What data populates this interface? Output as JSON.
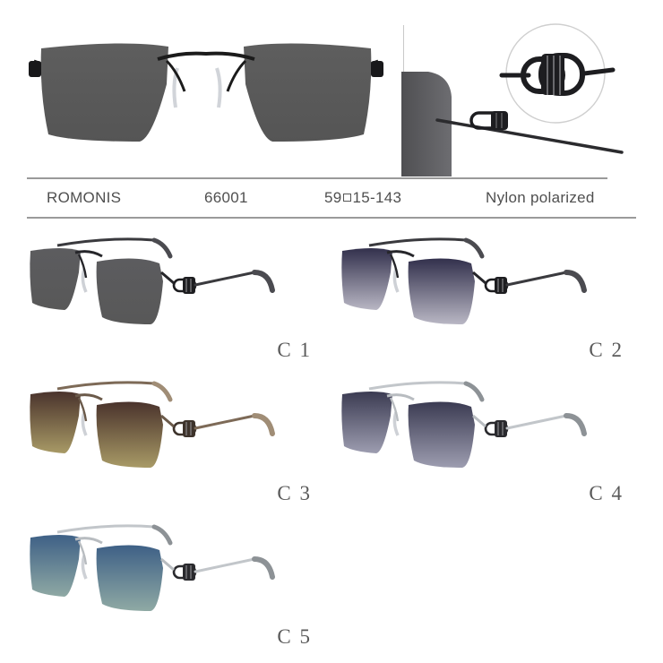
{
  "product": {
    "brand": "ROMONIS",
    "model": "66001",
    "size_lens": "59",
    "size_bridge": "15",
    "size_temple": "143",
    "size_display": "59 15-143",
    "lens_material": "Nylon polarized"
  },
  "hero": {
    "front_view_name": "front view of rimless rectangular sunglasses",
    "detail_view_name": "hinge detail with magnified circular callout",
    "frame_color": "#1b1b1b",
    "lens_color": "#5a5a5a"
  },
  "variants": [
    {
      "code": "C 1",
      "frame_hex": "#26262a",
      "temple_hex": "#3a3a3e",
      "tip_hex": "#4b4b50",
      "lens_top_hex": "#5c5c5f",
      "lens_bottom_hex": "#585858",
      "hinge_hex": "#1d1d20"
    },
    {
      "code": "C 2",
      "frame_hex": "#26262a",
      "temple_hex": "#3a3a3e",
      "tip_hex": "#4b4b50",
      "lens_top_hex": "#32304c",
      "lens_bottom_hex": "#b9b7c4",
      "hinge_hex": "#1d1d20"
    },
    {
      "code": "C 3",
      "frame_hex": "#6b5a4a",
      "temple_hex": "#7d6a57",
      "tip_hex": "#a08d76",
      "lens_top_hex": "#4a332c",
      "lens_bottom_hex": "#a89a66",
      "hinge_hex": "#3d332b"
    },
    {
      "code": "C 4",
      "frame_hex": "#b8bcc0",
      "temple_hex": "#c2c6ca",
      "tip_hex": "#8d9296",
      "lens_top_hex": "#3b3b52",
      "lens_bottom_hex": "#9d9db0",
      "hinge_hex": "#2a2a2e"
    },
    {
      "code": "C 5",
      "frame_hex": "#b8bcc0",
      "temple_hex": "#c2c6ca",
      "tip_hex": "#8d9296",
      "lens_top_hex": "#3e6086",
      "lens_bottom_hex": "#8fa9a4",
      "hinge_hex": "#2a2a2e"
    }
  ]
}
